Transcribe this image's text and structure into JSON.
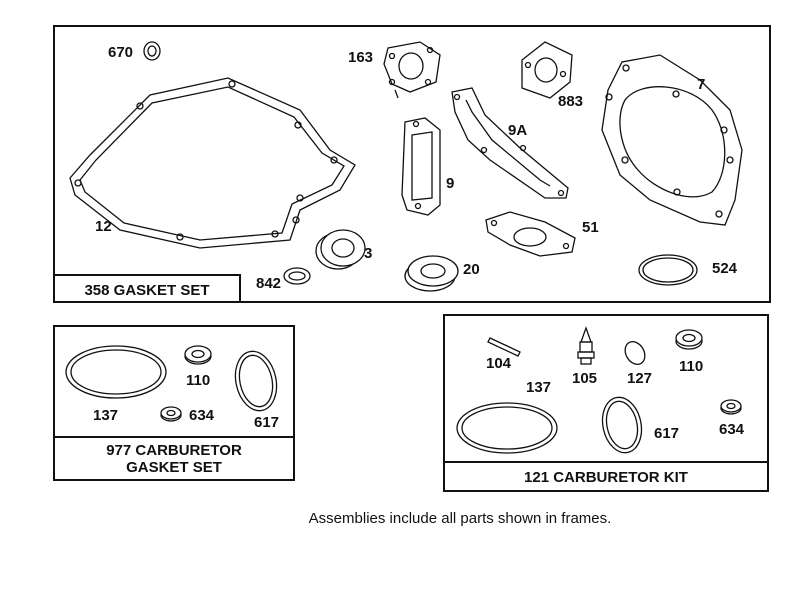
{
  "frames": {
    "gasket_set": {
      "title": "358 GASKET SET",
      "labels": [
        "670",
        "163",
        "883",
        "7",
        "9A",
        "9",
        "12",
        "3",
        "51",
        "842",
        "20",
        "524"
      ]
    },
    "carb_gasket_set": {
      "title_line1": "977 CARBURETOR",
      "title_line2": "GASKET SET",
      "labels": [
        "110",
        "137",
        "634",
        "617"
      ]
    },
    "carb_kit": {
      "title": "121 CARBURETOR KIT",
      "labels": [
        "104",
        "105",
        "127",
        "110",
        "137",
        "617",
        "634"
      ]
    }
  },
  "footnote": "Assemblies include all parts shown in frames.",
  "colors": {
    "line": "#111111",
    "background": "#ffffff"
  }
}
